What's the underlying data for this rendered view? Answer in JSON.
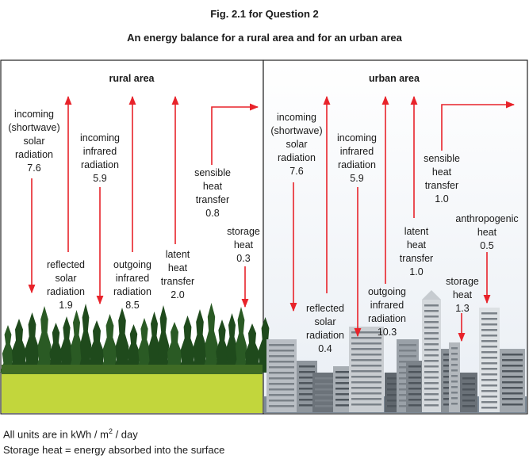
{
  "figure": {
    "heading": "Fig. 2.1 for Question 2",
    "subheading": "An energy balance for a rural area and for an urban area"
  },
  "rural": {
    "title": "rural area",
    "incoming_solar": {
      "label": "incoming\n(shortwave)\nsolar\nradiation",
      "value": "7.6"
    },
    "reflected_solar": {
      "label": "reflected\nsolar\nradiation",
      "value": "1.9"
    },
    "incoming_infrared": {
      "label": "incoming\ninfrared\nradiation",
      "value": "5.9"
    },
    "outgoing_infrared": {
      "label": "outgoing\ninfrared\nradiation",
      "value": "8.5"
    },
    "latent_heat": {
      "label": "latent\nheat\ntransfer",
      "value": "2.0"
    },
    "sensible_heat": {
      "label": "sensible\nheat\ntransfer",
      "value": "0.8"
    },
    "storage_heat": {
      "label": "storage\nheat",
      "value": "0.3"
    }
  },
  "urban": {
    "title": "urban area",
    "incoming_solar": {
      "label": "incoming\n(shortwave)\nsolar\nradiation",
      "value": "7.6"
    },
    "reflected_solar": {
      "label": "reflected\nsolar\nradiation",
      "value": "0.4"
    },
    "incoming_infrared": {
      "label": "incoming\ninfrared\nradiation",
      "value": "5.9"
    },
    "outgoing_infrared": {
      "label": "outgoing\ninfrared\nradiation",
      "value": "10.3"
    },
    "latent_heat": {
      "label": "latent\nheat\ntransfer",
      "value": "1.0"
    },
    "sensible_heat": {
      "label": "sensible\nheat\ntransfer",
      "value": "1.0"
    },
    "anthropogenic_heat": {
      "label": "anthropogenic\nheat",
      "value": "0.5"
    },
    "storage_heat": {
      "label": "storage\nheat",
      "value": "1.3"
    }
  },
  "footnotes": {
    "units_prefix": "All units are in kWh / m",
    "units_sup": "2",
    "units_suffix": " / day",
    "storage": "Storage heat = energy absorbed into the surface"
  },
  "colors": {
    "arrow": "#e8232a",
    "grass": "#c2d63c",
    "forest": "#1f4a1c",
    "border": "#222222"
  }
}
